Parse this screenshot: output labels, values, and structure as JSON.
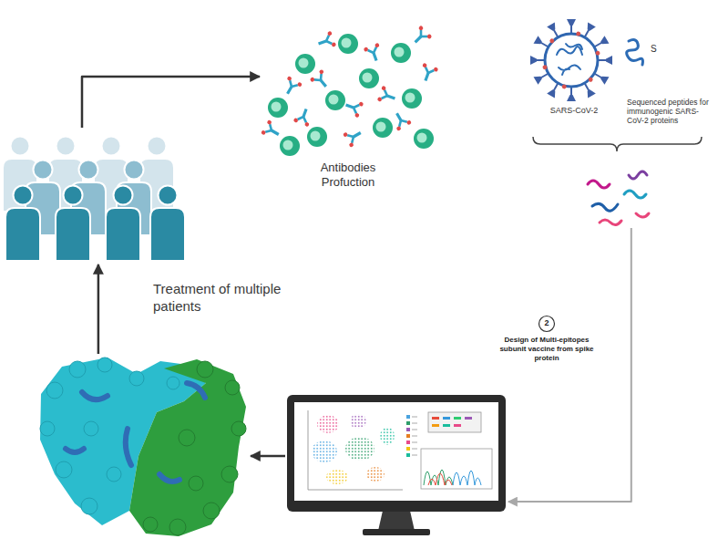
{
  "diagram": {
    "nodes": [
      {
        "text": [
          "Treatment of multiple patients"
        ]
      },
      {
        "text": [
          "Antibodies Profuction"
        ]
      },
      {
        "text": [
          "SARS-CoV-2"
        ]
      },
      {
        "text": [
          "S"
        ]
      },
      {
        "text": [
          "Sequenced peptides for immunogenic SARS-CoV-2 proteins"
        ]
      },
      {
        "text": []
      },
      {
        "text": []
      }
    ],
    "edges": [
      {
        "from": 0,
        "to": 1,
        "arrow": "to"
      },
      {
        "from": 4,
        "to": 5,
        "label": "Design of Multi-epitopes subunit vaccine from spike protein",
        "arrow": "to"
      },
      {
        "from": 5,
        "to": 6,
        "arrow": "to"
      },
      {
        "from": 6,
        "to": 0,
        "arrow": "to"
      }
    ],
    "labels": [
      "2"
    ]
  }
}
